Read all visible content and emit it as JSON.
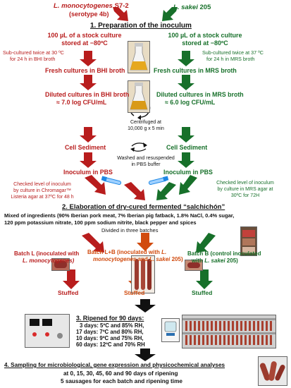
{
  "colors": {
    "red": "#b81d1d",
    "green": "#17702a",
    "black": "#111111",
    "orange": "#d14b0e",
    "blue": "#1e88e5"
  },
  "strains": {
    "lm_name": "L. monocytogenes",
    "lm_id": "S7-2",
    "lm_serotype": "(serotype 4b)",
    "ls_name": "L. sakei",
    "ls_id": "205"
  },
  "step1_title": "1. Preparation of the inoculum",
  "left_branch": {
    "stock_1": "100 µL of a stock culture",
    "stock_2": "stored at −80ºC",
    "subcult_1": "Sub-cultured twice at 30 ºC",
    "subcult_2": "for 24 h in BHI broth",
    "fresh": "Fresh cultures in BHI broth",
    "diluted_1": "Diluted cultures in BHI broth",
    "diluted_2": "≈ 7.0 log CFU/mL",
    "sediment": "Cell Sediment",
    "inoculum": "Inoculum in PBS",
    "check_1": "Checked level of inoculum",
    "check_2": "by culture in Chromagar™",
    "check_3": "Listeria agar at 37ºC for 48 h"
  },
  "right_branch": {
    "stock_1": "100 µL of a stock culture",
    "stock_2": "stored at −80ºC",
    "subcult_1": "Sub-cultured twice at 37 ºC",
    "subcult_2": "for 24 h in MRS broth",
    "fresh": "Fresh cultures in MRS broth",
    "diluted_1": "Diluted cultures in MRS broth",
    "diluted_2": "≈ 6.0 log CFU/mL",
    "sediment": "Cell Sediment",
    "inoculum": "Inoculum in PBS",
    "check_1": "Checked level of inoculum",
    "check_2": "by culture in MRS agar at",
    "check_3": "30ºC for 72H"
  },
  "centrifuge_1": "Centrifuged at",
  "centrifuge_2": "10,000 g x 5 min",
  "washed_1": "Washed and resuspended",
  "washed_2": "in PBS buffer",
  "step2_title": "2. Elaboration of dry-cured fermented “salchichón”",
  "ingredients_1": "Mixed of ingredients (90% Iberian pork meat, 7% Iberian pig fatback, 1.8% NaCl, 0.4% sugar,",
  "ingredients_2": "120 ppm potassium nitrate, 100 ppm sodium nitrite, black pepper and spices",
  "divided": "Divided in three batches",
  "batch_l_1": "Batch L (inoculated with",
  "batch_l_2": "L. monocytogenes)",
  "batch_lls_1a": "Batch L+B (inoculated with ",
  "batch_lls_1b": "L.",
  "batch_lls_2a": "monocytogenes",
  "batch_lls_2b": " and ",
  "batch_lls_2c": "L. sakei",
  "batch_lls_2d": " 205)",
  "batch_b_1": "Batch B (control inoculated",
  "batch_b_2a": "with ",
  "batch_b_2b": "L. sakei",
  "batch_b_2c": " 205)",
  "stuffed": "Stuffed",
  "step3_title": "3. Ripened  for 90 days:",
  "ripening": [
    "3 days: 5ºC and 85% RH,",
    "17 days: 7ºC and 80% RH,",
    "10 days: 9ºC and 75% RH,",
    "60 days: 12ºC and 70% RH"
  ],
  "step4_title": "4. Sampling for microbiological, gene expression and physicochemical analyses",
  "sampling_1": "at 0, 15, 30, 45, 60 and 90 days of ripening",
  "sampling_2": "5 sausages for each batch and ripening time"
}
